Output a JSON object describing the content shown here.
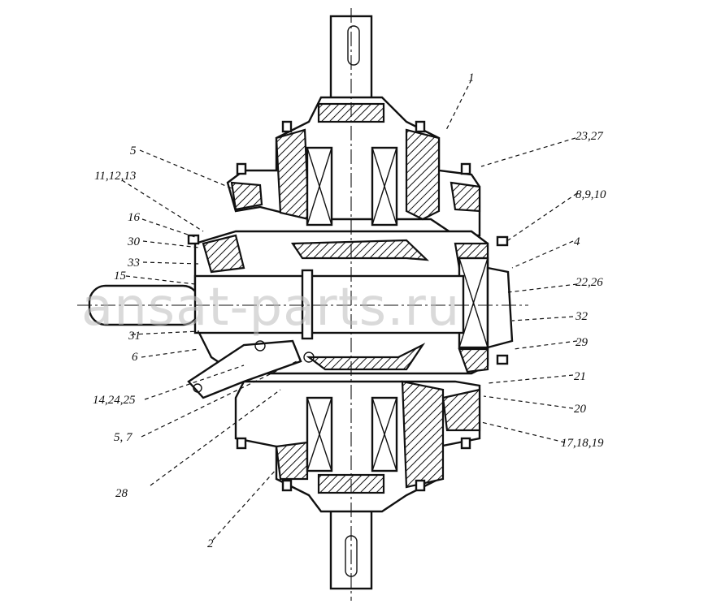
{
  "watermark": "ansat-parts.ru",
  "labels": {
    "l1": "1",
    "l2": "2",
    "l4": "4",
    "l5": "5",
    "l6": "6",
    "l15": "15",
    "l16": "16",
    "l20": "20",
    "l21": "21",
    "l28": "28",
    "l29": "29",
    "l30": "30",
    "l31": "31",
    "l32": "32",
    "l33": "33",
    "l5_7": "5, 7",
    "l8_9_10": "8,9,10",
    "l11_12_13": "11,12,13",
    "l14_24_25": "14,24,25",
    "l17_18_19": "17,18,19",
    "l22_26": "22,26",
    "l23_27": "23,27"
  }
}
